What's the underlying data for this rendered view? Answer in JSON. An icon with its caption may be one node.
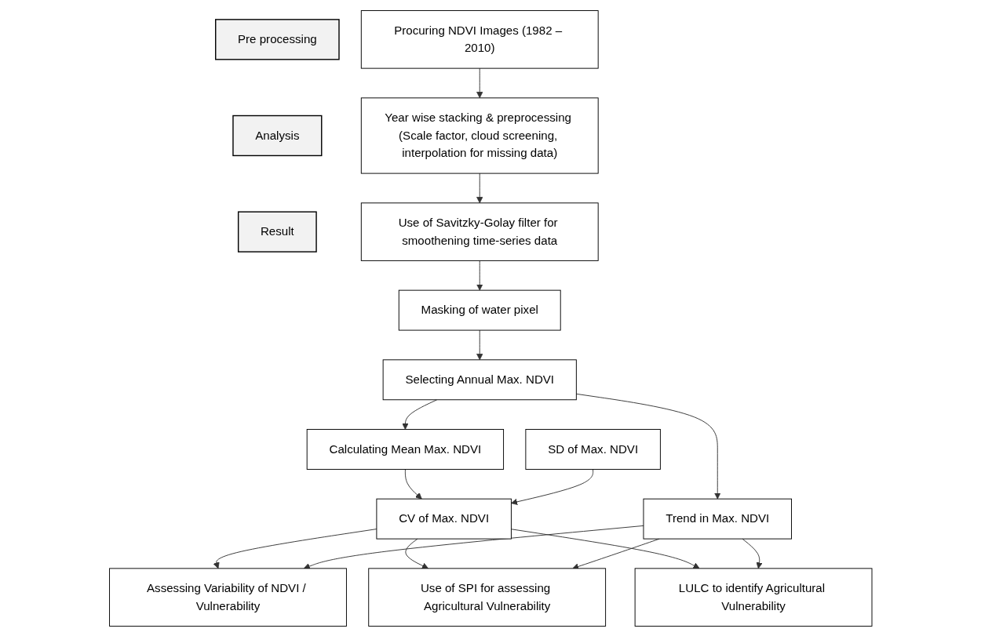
{
  "diagram": {
    "nodes": [
      {
        "text": [
          "Pre processing"
        ]
      },
      {
        "text": [
          "Analysis"
        ]
      },
      {
        "text": [
          "Result"
        ]
      },
      {
        "text": [
          "Procuring NDVI Images (1982 – 2010)"
        ]
      },
      {
        "text": [
          "Year wise stacking & preprocessing (Scale factor, cloud screening, interpolation for missing data)"
        ]
      },
      {
        "text": [
          "Use of Savitzky-Golay filter for smoothening time-series data"
        ]
      },
      {
        "text": [
          "Masking of water pixel"
        ]
      },
      {
        "text": [
          "Selecting Annual Max. NDVI"
        ]
      },
      {
        "text": [
          "Calculating Mean Max. NDVI"
        ]
      },
      {
        "text": [
          "SD of Max. NDVI"
        ]
      },
      {
        "text": [
          "Trend in Max. NDVI"
        ]
      },
      {
        "text": [
          "CV of Max. NDVI"
        ]
      },
      {
        "text": [
          "Assessing Variability of NDVI / Vulnerability"
        ]
      },
      {
        "text": [
          "Use of SPI for assessing Agricultural Vulnerability"
        ]
      },
      {
        "text": [
          "LULC to identify Agricultural Vulnerability"
        ]
      }
    ],
    "edges": [
      {
        "from": 3,
        "to": 4,
        "arrow": "to"
      },
      {
        "from": 4,
        "to": 5,
        "arrow": "to"
      },
      {
        "from": 5,
        "to": 6,
        "arrow": "to"
      },
      {
        "from": 6,
        "to": 7,
        "arrow": "to"
      },
      {
        "from": 7,
        "to": 8,
        "arrow": "to"
      },
      {
        "from": 7,
        "to": 10,
        "arrow": "to"
      },
      {
        "from": 8,
        "to": 11,
        "arrow": "to"
      },
      {
        "from": 9,
        "to": 11,
        "arrow": "to"
      },
      {
        "from": 11,
        "to": 12,
        "arrow": "to"
      },
      {
        "from": 11,
        "to": 13,
        "arrow": "to"
      },
      {
        "from": 11,
        "to": 14,
        "arrow": "to"
      },
      {
        "from": 10,
        "to": 12,
        "arrow": "to"
      },
      {
        "from": 10,
        "to": 13,
        "arrow": "to"
      },
      {
        "from": 10,
        "to": 14,
        "arrow": "to"
      }
    ]
  }
}
